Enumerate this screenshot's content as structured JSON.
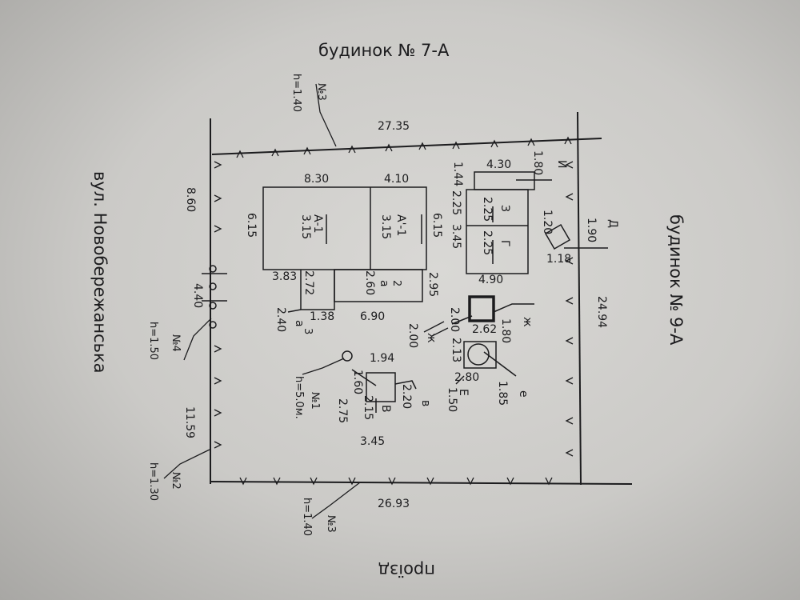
{
  "labels": {
    "top_neighbor": "будинок № 7-А",
    "right_neighbor": "будинок № 9-А",
    "street": "вул. Новобережанська",
    "bottom": "проїзд"
  },
  "boundary": {
    "top": "27.35",
    "bottom": "26.93",
    "right": "24.94",
    "left_top": "8.60",
    "left_mid": "4.40",
    "left_bottom": "11.59",
    "right_top": "1.90"
  },
  "points": [
    {
      "no": "№3",
      "h": "h=1.40"
    },
    {
      "no": "№4",
      "h": "h=1.50"
    },
    {
      "no": "№2",
      "h": "h=1.30"
    },
    {
      "no": "№3",
      "h": "h=1.40"
    },
    {
      "no": "№1",
      "h": "h=5.0м."
    }
  ],
  "house": {
    "w_left": "8.30",
    "w_right": "4.10",
    "depth_left": "6.15",
    "depth_right": "6.15",
    "a1_name": "А-1",
    "a1_h": "3.15",
    "a1b_name": "А'-1",
    "a1b_h": "3.15",
    "ext_w": "3.83",
    "ext_depth": "2.72",
    "ext_name": "а",
    "ext_h": "2.60",
    "ext_sup": "2",
    "ext_right": "2.95",
    "porch_w": "1.38",
    "porch_depth": "2.40",
    "porch_name": "а",
    "porch_sup": "3",
    "total_w": "6.90"
  },
  "outbuildings": {
    "i_w": "4.30",
    "i_d": "1.44",
    "i_name": "И",
    "i_h": "1.80",
    "z_name": "З",
    "z_h": "2.25",
    "z_d": "2.25",
    "g_name": "Г",
    "g_h": "2.25",
    "g_d": "3.45",
    "g_w": "4.90",
    "d_name": "Д",
    "d_w": "1.20",
    "d_d": "1.18",
    "zh_w": "2.62",
    "zh_d": "2.00",
    "zh_h": "1.80",
    "zh_name": "ж",
    "zh_label2": "ж",
    "zh_side": "2.00",
    "e_w": "2.80",
    "e_d": "2.13",
    "e_h": "1.85",
    "e_name": "е",
    "E_name": "Е",
    "E_h": "1.50",
    "v_w": "1.94",
    "v_d": "1.60",
    "v_name": "В",
    "v_h": "2.15",
    "v_side": "2.20",
    "v_sub": "в",
    "v_bottom_d": "2.75",
    "v_bottom_w": "3.45"
  }
}
